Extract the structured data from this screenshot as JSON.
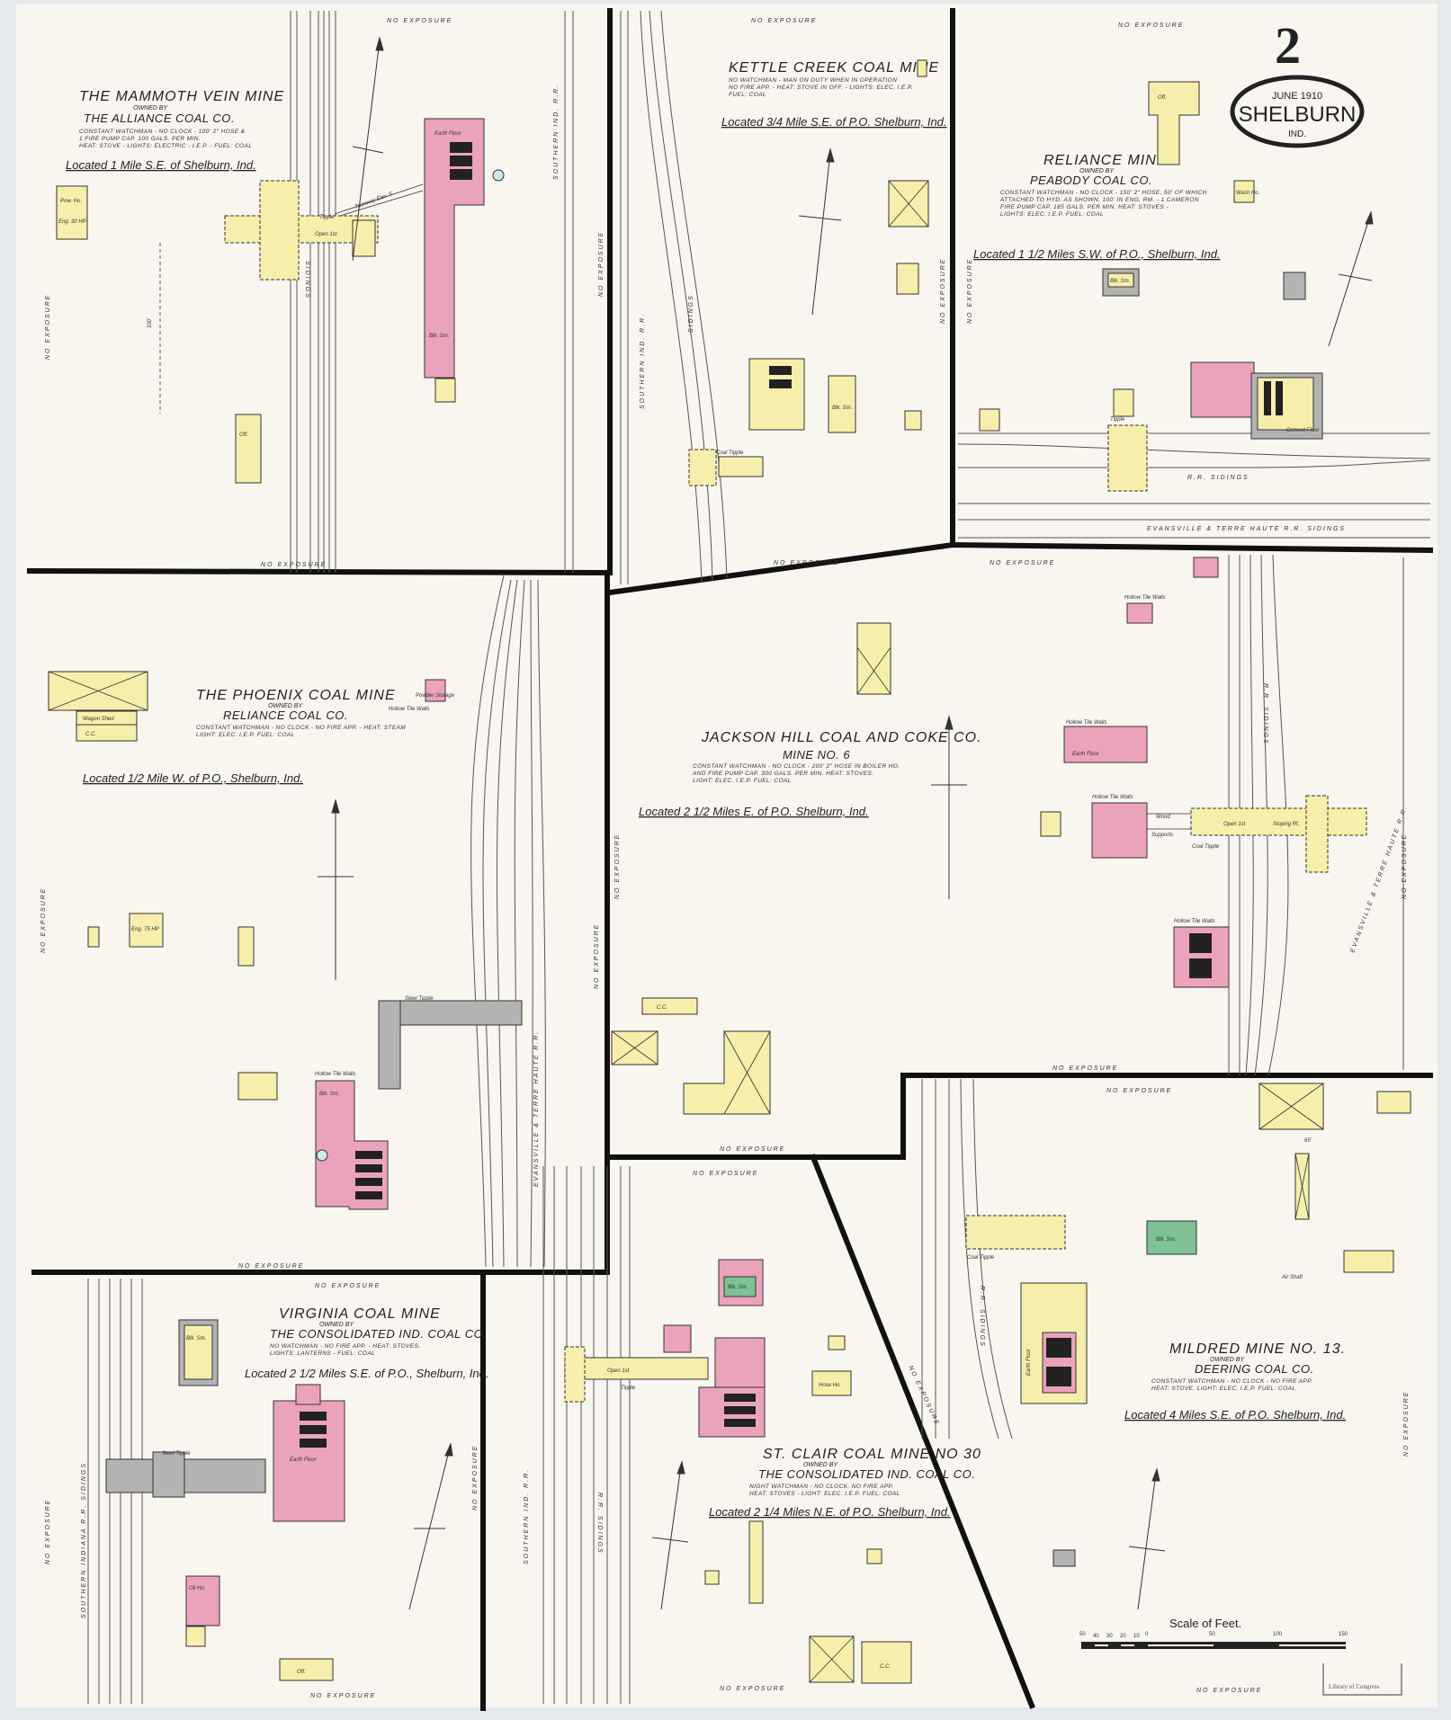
{
  "sheet": {
    "number": "2",
    "date": "June 1910",
    "town": "Shelburn",
    "state": "Ind."
  },
  "mines": [
    {
      "title": "The Mammoth Vein Mine",
      "owned_by": "Owned by",
      "owner": "The Alliance Coal Co.",
      "notes": [
        "Constant watchman - No clock - 100' 2\" hose &",
        "1 fire pump cap. 100 gals. per min.",
        "Heat: stove - Lights: electric - I.E.P. - Fuel: coal"
      ],
      "location": "Located 1 Mile S.E. of Shelburn, Ind."
    },
    {
      "title": "Kettle Creek Coal Mine",
      "owned_by": "",
      "owner": "",
      "notes": [
        "No watchman - man on duty when in operation",
        "No fire app. - Heat: stove in off. - Lights: elec. I.E.P.",
        "Fuel: coal"
      ],
      "location": "Located 3/4 Mile S.E. of P.O. Shelburn, Ind."
    },
    {
      "title": "Reliance Mine",
      "owned_by": "Owned by",
      "owner": "Peabody Coal Co.",
      "notes": [
        "Constant watchman - No clock - 150' 2\" hose, 50' of which",
        "attached to hyd. as shown, 100' in eng. rm. - 1 Cameron",
        "fire pump cap. 185 gals. per min. Heat: stoves -",
        "Lights: elec. I.E.P. Fuel: coal"
      ],
      "location": "Located 1 1/2 Miles S.W. of P.O., Shelburn, Ind."
    },
    {
      "title": "The Phoenix Coal Mine",
      "owned_by": "Owned by",
      "owner": "Reliance Coal Co.",
      "notes": [
        "Constant watchman - No clock - No fire app. - Heat: steam",
        "Light: elec. I.E.P. Fuel: coal"
      ],
      "location": "Located 1/2 Mile W. of P.O., Shelburn, Ind."
    },
    {
      "title": "Jackson Hill Coal and Coke Co.",
      "owned_by": "Mine No. 6",
      "owner": "",
      "notes": [
        "Constant watchman - No clock - 200' 2\" hose in boiler ho.",
        "and fire pump cap. 300 gals. per min. Heat: stoves.",
        "Light: elec. I.E.P. Fuel: coal"
      ],
      "location": "Located 2 1/2 Miles E. of P.O. Shelburn, Ind."
    },
    {
      "title": "Virginia Coal Mine",
      "owned_by": "Owned by",
      "owner": "The Consolidated Ind. Coal Co.",
      "notes": [
        "No watchman - No fire app. - Heat: stoves.",
        "Lights: lanterns - Fuel: coal"
      ],
      "location": "Located 2 1/2 Miles S.E. of P.O., Shelburn, Ind."
    },
    {
      "title": "St. Clair Coal Mine No 30",
      "owned_by": "Owned by",
      "owner": "The Consolidated Ind. Coal Co.",
      "notes": [
        "Night watchman - No clock. No fire app.",
        "Heat: stoves - Light: elec. I.E.P. Fuel: coal"
      ],
      "location": "Located 2 1/4 Miles N.E. of P.O. Shelburn, Ind."
    },
    {
      "title": "Mildred Mine No. 13.",
      "owned_by": "Owned by",
      "owner": "Deering Coal Co.",
      "notes": [
        "Constant watchman - No clock - No fire app.",
        "Heat: stove. Light: elec. I.E.P. Fuel: coal"
      ],
      "location": "Located 4 Miles S.E. of P.O. Shelburn, Ind."
    }
  ],
  "labels": {
    "no_exposure": "No Exposure",
    "sidings": "Sidings",
    "southern_rr": "Southern Ind. R.R.",
    "rr_sidings": "R.R. Sidings",
    "et_sidings": "Evansville & Terre Haute R.R. Sidings",
    "et_rr": "Evansville & Terre Haute R.R.",
    "southern_sidings": "Southern Indiana R.R. Sidings",
    "tipple": "Tipple",
    "tramway": "Tramway Elev. 5'",
    "earth_floor": "Earth Floor",
    "blk_sm": "Blk. Sm.",
    "off": "Off.",
    "pow_ho": "Pow. Ho.",
    "wash_ho": "Wash Ho.",
    "hollow_tile": "Hollow Tile Walls",
    "coal_tipple": "Coal Tipple",
    "cc": "C.C.",
    "hose_ho": "Hose Ho.",
    "oil_ho": "Oil Ho.",
    "steel_tipple": "Steel Tipple",
    "powder_storage": "Powder Storage",
    "air_shaft": "Air Shaft",
    "wagon_shed": "Wagon Shed",
    "open_1st": "Open 1st",
    "dist_330": "330'",
    "dist_65": "65'",
    "eng_30hp": "Eng. 30 HP",
    "eng_75hp": "Eng. 75 HP",
    "cement_floor": "Cement Floor",
    "supports": "Supports",
    "wood": "Wood",
    "sloping": "Sloping Rf."
  },
  "scale": {
    "title": "Scale of Feet.",
    "ticks": [
      "50",
      "40",
      "30",
      "20",
      "10",
      "0",
      "50",
      "100",
      "150"
    ]
  },
  "stamp": {
    "text": "Library of Congress"
  },
  "colors": {
    "brick": "#eba3bc",
    "frame": "#f6efab",
    "iron": "#b3b3b3",
    "stone": "#7ec194",
    "paper": "#f8f6ee"
  }
}
